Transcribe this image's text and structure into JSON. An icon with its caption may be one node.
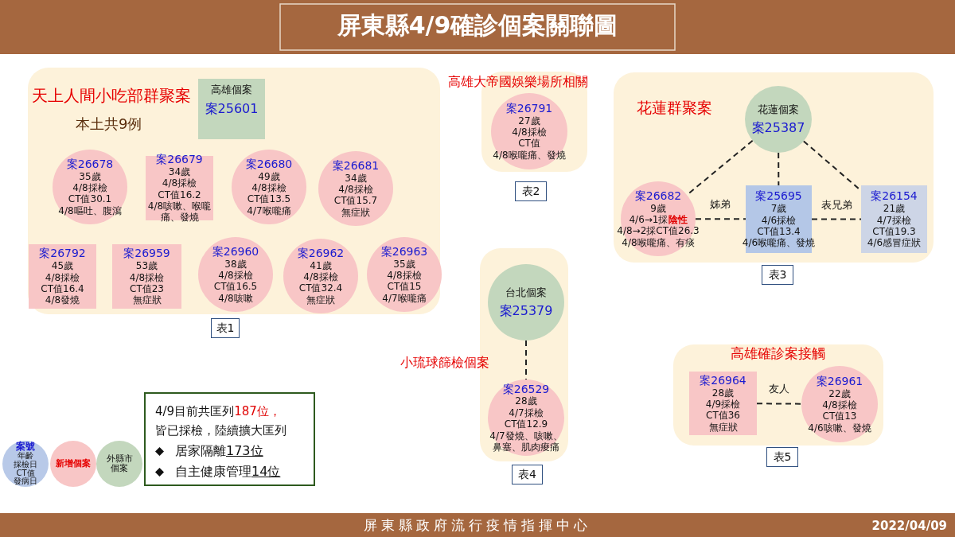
{
  "diagram": {
    "title": "屏東縣4/9確診個案關聯圖",
    "nodes": [
      {
        "text": [
          "天上人間小吃部群聚案",
          "本土共9例"
        ]
      },
      {
        "text": [
          "高雄個案",
          "案25601"
        ],
        "in": 0
      },
      {
        "text": [
          "案26678",
          "35歲",
          "4/8採檢",
          "CT值30.1",
          "4/8嘔吐、腹瀉"
        ],
        "in": 0
      },
      {
        "text": [
          "案26679",
          "34歲",
          "4/8採檢",
          "CT值16.2",
          "4/8咳嗽、喉嚨痛、發燒"
        ],
        "in": 0
      },
      {
        "text": [
          "案26680",
          "49歲",
          "4/8採檢",
          "CT值13.5",
          "4/7喉嚨痛"
        ],
        "in": 0
      },
      {
        "text": [
          "案26681",
          "34歲",
          "4/8採檢",
          "CT值15.7",
          "無症狀"
        ],
        "in": 0
      },
      {
        "text": [
          "案26792",
          "45歲",
          "4/8採檢",
          "CT值16.4",
          "4/8發燒"
        ],
        "in": 0
      },
      {
        "text": [
          "案26959",
          "53歲",
          "4/8採檢",
          "CT值23",
          "無症狀"
        ],
        "in": 0
      },
      {
        "text": [
          "案26960",
          "38歲",
          "4/8採檢",
          "CT值16.5",
          "4/8咳嗽"
        ],
        "in": 0
      },
      {
        "text": [
          "案26962",
          "41歲",
          "4/8採檢",
          "CT值32.4",
          "無症狀"
        ],
        "in": 0
      },
      {
        "text": [
          "案26963",
          "35歲",
          "4/8採檢",
          "CT值15",
          "4/7喉嚨痛"
        ],
        "in": 0
      },
      {
        "text": [
          "高雄大帝國娛樂場所相關"
        ]
      },
      {
        "text": [
          "案26791",
          "27歲",
          "4/8採檢",
          "CT值",
          "4/8喉嚨痛、發燒"
        ],
        "in": 11
      },
      {
        "text": [
          "花蓮群聚案"
        ]
      },
      {
        "text": [
          "花蓮個案",
          "案25387"
        ],
        "in": 13
      },
      {
        "text": [
          "案26682",
          "9歲",
          "4/6→1採**陰性**",
          "4/8→2採CT值26.3",
          "4/8喉嚨痛、有痰"
        ],
        "in": 13
      },
      {
        "text": [
          "案25695",
          "7歲",
          "4/6採檢",
          "CT值13.4",
          "4/6喉嚨痛、發燒"
        ],
        "in": 13
      },
      {
        "text": [
          "案26154",
          "21歲",
          "4/7採檢",
          "CT值19.3",
          "4/6感冒症狀"
        ],
        "in": 13
      },
      {
        "text": [
          "小琉球篩檢個案"
        ]
      },
      {
        "text": [
          "台北個案",
          "案25379"
        ],
        "in": 18
      },
      {
        "text": [
          "案26529",
          "28歲",
          "4/7採檢",
          "CT值12.9",
          "4/7發燒、咳嗽、鼻塞、肌肉痠痛"
        ],
        "in": 18
      },
      {
        "text": [
          "高雄確診案接觸"
        ]
      },
      {
        "text": [
          "案26964",
          "28歲",
          "4/9採檢",
          "CT值36",
          "無症狀"
        ],
        "in": 21
      },
      {
        "text": [
          "案26961",
          "22歲",
          "4/8採檢",
          "CT值13",
          "4/6咳嗽、發燒"
        ],
        "in": 21
      },
      {
        "text": [
          "4/9目前共匡列**187位，**皆已採檢，陸續擴大匡列",
          "居家隔離**173位**",
          "自主健康管理**14位**"
        ]
      },
      {
        "text": [
          "表1"
        ]
      },
      {
        "text": [
          "表2"
        ]
      },
      {
        "text": [
          "表3"
        ]
      },
      {
        "text": [
          "表4"
        ]
      },
      {
        "text": [
          "表5"
        ]
      }
    ],
    "edges": [
      {
        "from": 14,
        "to": 15,
        "arrow": "none",
        "style": "dashed"
      },
      {
        "from": 14,
        "to": 16,
        "arrow": "none",
        "style": "dashed"
      },
      {
        "from": 14,
        "to": 17,
        "arrow": "none",
        "style": "dashed"
      },
      {
        "from": 15,
        "to": 16,
        "arrow": "none",
        "style": "dashed",
        "label": "姊弟"
      },
      {
        "from": 16,
        "to": 17,
        "arrow": "none",
        "style": "dashed",
        "label": "表兄弟"
      },
      {
        "from": 19,
        "to": 20,
        "arrow": "none",
        "style": "dashed"
      },
      {
        "from": 22,
        "to": 23,
        "arrow": "none",
        "style": "dashed",
        "label": "友人"
      }
    ],
    "labels": [
      "年齡",
      "採檢日",
      "CT值",
      "發病日",
      "屏東縣政府流行疫情指揮中心",
      "2022/04/09"
    ],
    "legend": [
      {
        "text": "案號",
        "color": "#b8c9e8"
      },
      {
        "text": "新增個案",
        "color": "#f8c6c6"
      },
      {
        "text": "外縣市個案",
        "color": "#c3d7bd"
      }
    ]
  }
}
